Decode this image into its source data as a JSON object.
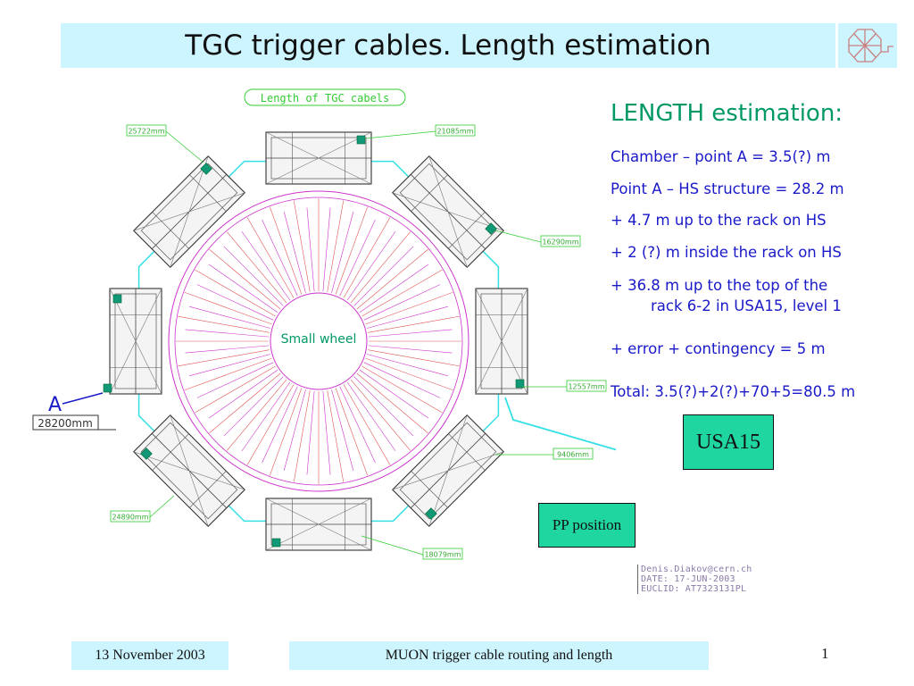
{
  "header": {
    "title": "TGC trigger cables. Length estimation"
  },
  "drawing": {
    "heading": "Length of TGC cabels",
    "center_label": "Small wheel",
    "point_label": "A",
    "point_length": "28200mm",
    "callouts": [
      "25722mm",
      "21085mm",
      "16290mm",
      "12557mm",
      "9406mm",
      "18079mm",
      "24890mm"
    ]
  },
  "panel": {
    "title": "LENGTH estimation:",
    "lines": [
      "Chamber – point A = 3.5(?) m",
      "Point A – HS structure = 28.2 m",
      "+ 4.7 m up to the rack on HS",
      "+ 2 (?) m inside the rack on HS",
      "+ 36.8 m up to the top of the",
      "rack 6-2 in USA15, level 1",
      "+ error + contingency =  5 m",
      "Total:  3.5(?)+2(?)+70+5=80.5 m"
    ]
  },
  "boxes": {
    "usa15": "USA15",
    "pp_position": "PP position"
  },
  "stamp": {
    "email": "Denis.Diakov@cern.ch",
    "date": "DATE: 17-JUN-2003",
    "euclid": "EUCLID: AT7323131PL"
  },
  "footer": {
    "date": "13 November 2003",
    "center": "MUON trigger cable routing and length",
    "page": "1"
  },
  "colors": {
    "title_bg": "#ccf5ff",
    "accent_green": "#009966",
    "text_blue": "#1a1ac8",
    "box_green": "#1fd6a0",
    "cable_cyan": "#33e0e6",
    "wheel_magenta": "#cc33cc",
    "callout_green": "#33cc33"
  }
}
